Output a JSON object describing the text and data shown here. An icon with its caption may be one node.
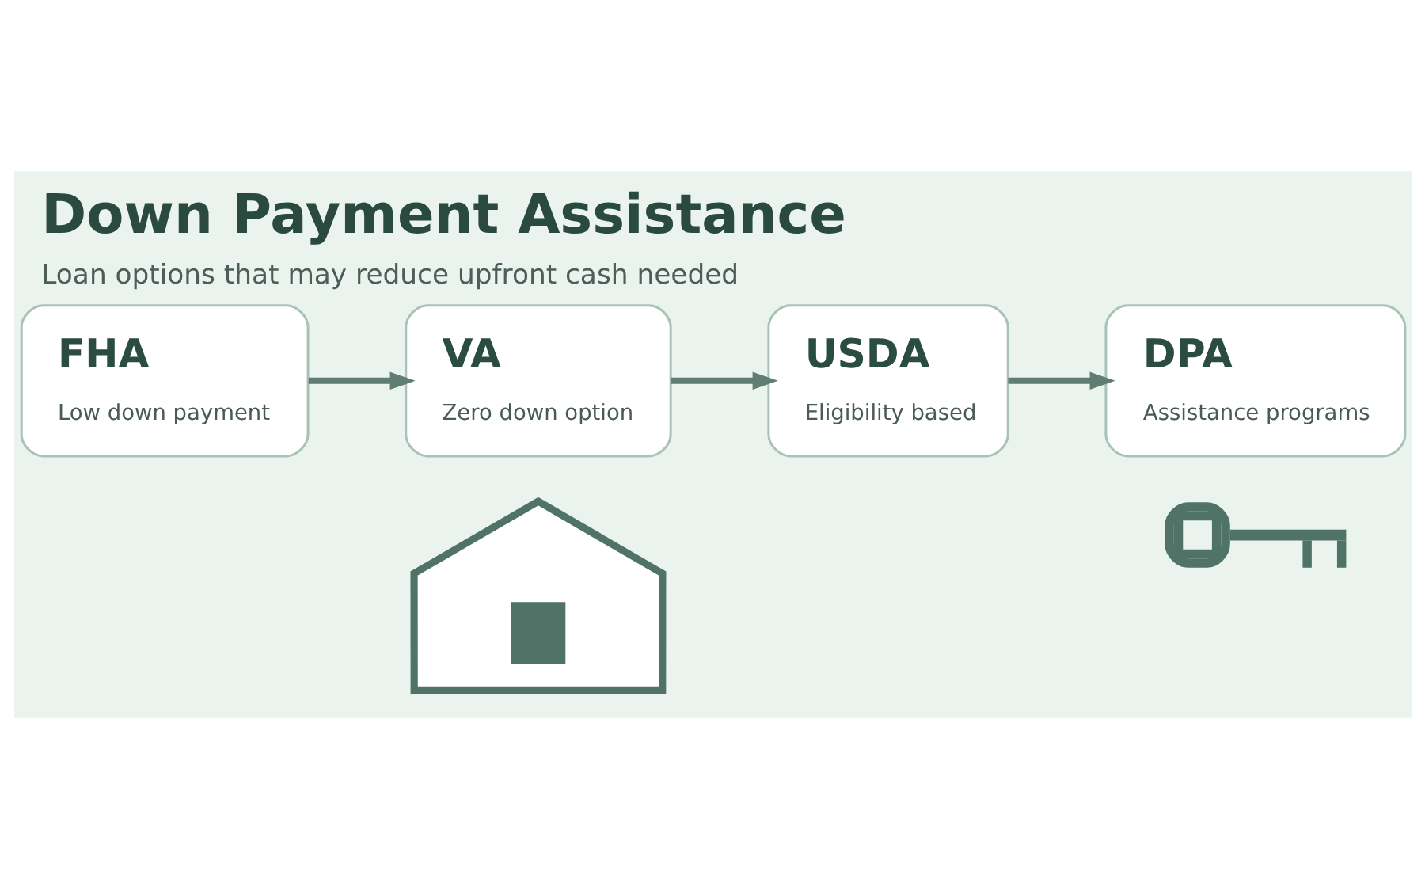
{
  "diagram": {
    "title": "Down Payment Assistance",
    "caption": "Loan options that may reduce upfront cash needed",
    "nodes": [
      {
        "text": [
          "FHA",
          "Low down payment"
        ]
      },
      {
        "text": [
          "VA",
          "Zero down option"
        ]
      },
      {
        "text": [
          "USDA",
          "Eligibility based"
        ]
      },
      {
        "text": [
          "DPA",
          "Assistance programs"
        ]
      },
      {
        "text": [],
        "shape": "house"
      },
      {
        "text": [],
        "shape": "key"
      }
    ],
    "edges": [
      {
        "from": 0,
        "to": 1,
        "arrow": "to"
      },
      {
        "from": 1,
        "to": 2,
        "arrow": "to"
      },
      {
        "from": 2,
        "to": 3,
        "arrow": "to"
      }
    ]
  }
}
